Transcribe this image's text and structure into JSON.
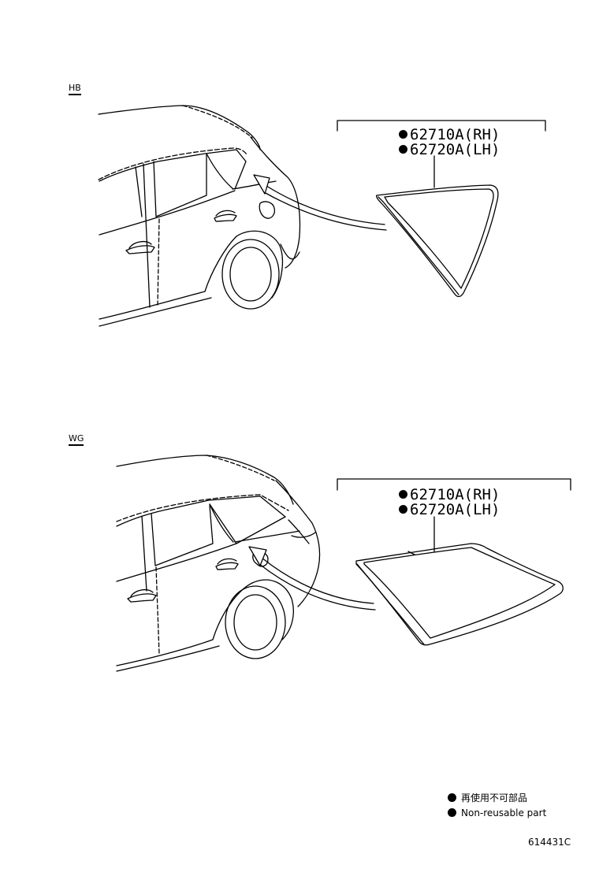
{
  "sections": [
    {
      "tag": "HB",
      "parts": [
        "62710A(RH)",
        "62720A(LH)"
      ]
    },
    {
      "tag": "WG",
      "parts": [
        "62710A(RH)",
        "62720A(LH)"
      ]
    }
  ],
  "legend": {
    "japanese": "再使用不可部品",
    "english": "Non-reusable part"
  },
  "illustration_id": "614431C",
  "icons": {
    "bullet": "filled-circle-icon"
  },
  "colors": {
    "line": "#000000",
    "background": "#ffffff"
  }
}
